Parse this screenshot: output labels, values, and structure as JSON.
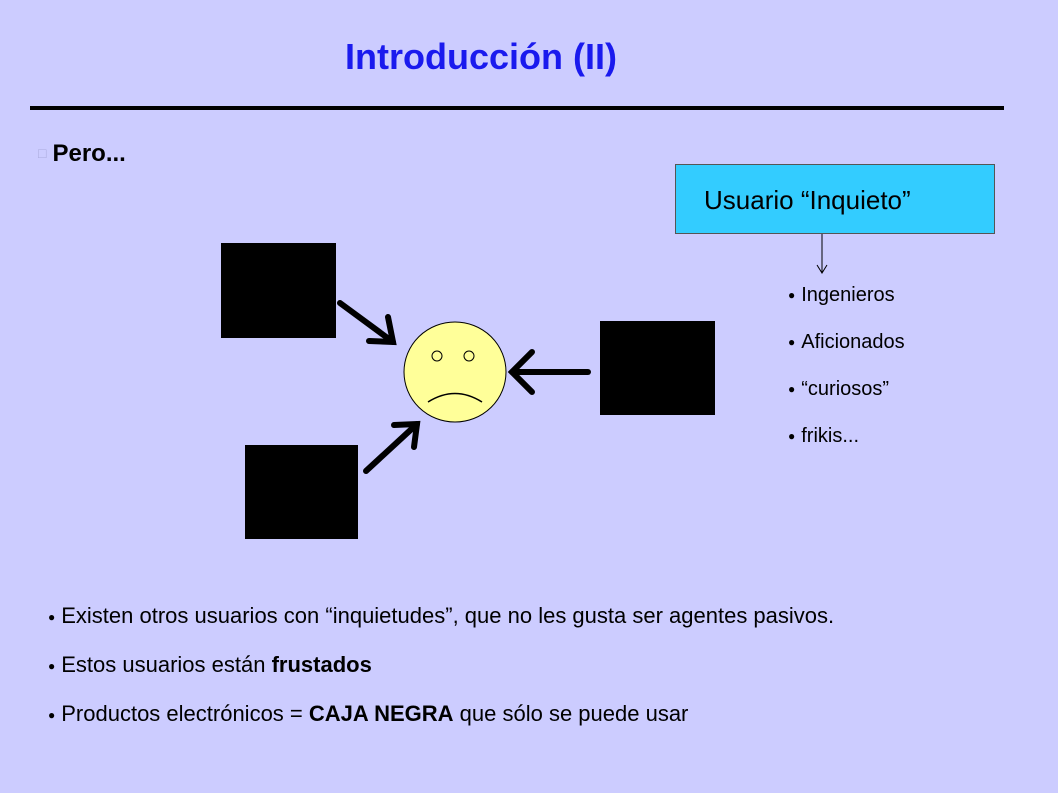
{
  "title": "Introducción (II)",
  "lead": "Pero...",
  "callout": "Usuario “Inquieto”",
  "users": [
    "Ingenieros",
    "Aficionados",
    "“curiosos”",
    "frikis..."
  ],
  "bottom": {
    "item1": "Existen otros usuarios con “inquietudes”, que no les gusta ser agentes pasivos.",
    "item2_text": "Estos usuarios están ",
    "item2_bold": "frustados",
    "item3_text1": "Productos electrónicos = ",
    "item3_bold": "CAJA NEGRA",
    "item3_text2": " que sólo se puede usar"
  },
  "colors": {
    "title": "#1a1aee",
    "background": "#ccccff",
    "callout": "#33ccff",
    "face": "#ffff99"
  }
}
